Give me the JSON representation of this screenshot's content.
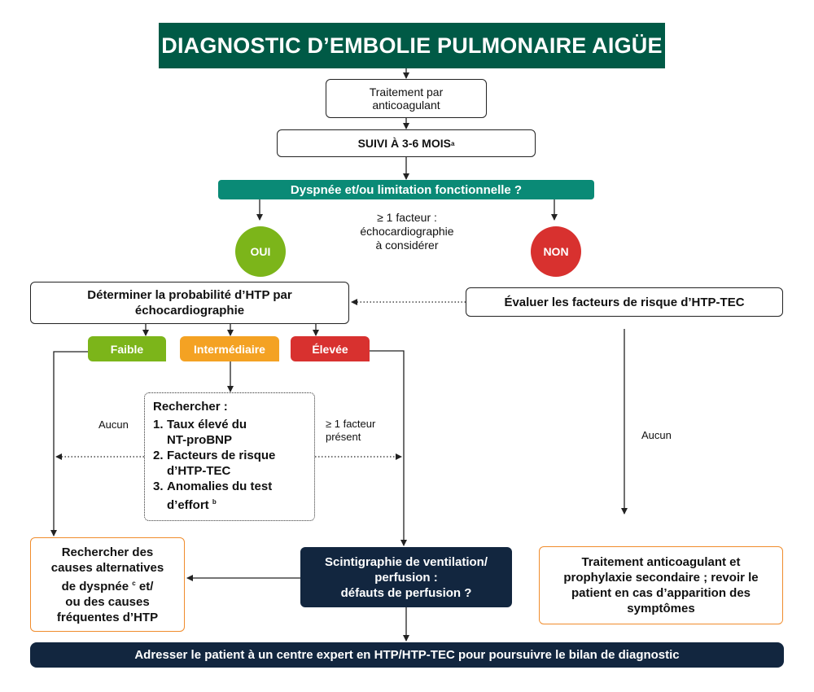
{
  "title": "DIAGNOSTIC D’EMBOLIE PULMONAIRE AIGÜE",
  "treatment_box": {
    "line1": "Traitement par",
    "line2": "anticoagulant"
  },
  "followup_box": {
    "label": "SUIVI À 3-6 MOIS",
    "superscript": "a"
  },
  "question_bar": "Dyspnée et/ou limitation fonctionnelle ?",
  "yes_label": "OUI",
  "no_label": "NON",
  "top_note": {
    "line1": "≥ 1 facteur :",
    "line2": "échocardiographie",
    "line3": "à considérer"
  },
  "determine_box": {
    "line1": "Déterminer la probabilité d’HTP par",
    "line2": "échocardiographie"
  },
  "evaluate_box": "Évaluer les facteurs de risque d’HTP-TEC",
  "probability_tags": {
    "low": "Faible",
    "intermediate": "Intermédiaire",
    "high": "Élevée"
  },
  "search_box": {
    "heading": "Rechercher :",
    "items": [
      {
        "num": "1.",
        "line1": "Taux élevé du",
        "line2": "NT-proBNP",
        "sup": ""
      },
      {
        "num": "2.",
        "line1": "Facteurs de risque",
        "line2": "d’HTP-TEC",
        "sup": ""
      },
      {
        "num": "3.",
        "line1": "Anomalies du test",
        "line2": "d’effort",
        "sup": "b"
      }
    ]
  },
  "label_none_left": "Aucun",
  "label_factor": {
    "line1": "≥ 1 facteur",
    "line2": "présent"
  },
  "label_none_right": "Aucun",
  "alt_causes_box": {
    "line1": "Rechercher des",
    "line2": "causes alternatives",
    "line3a": "de dyspnée",
    "sup": "c",
    "line3b": " et/",
    "line4": "ou des causes",
    "line5": "fréquentes d’HTP"
  },
  "scintigraphy_box": {
    "line1": "Scintigraphie de ventilation/",
    "line2": "perfusion :",
    "line3": "défauts de perfusion ?"
  },
  "anticoag_box": {
    "line1": "Traitement anticoagulant et",
    "line2": "prophylaxie secondaire ; revoir le",
    "line3": "patient en cas d’apparition des",
    "line4": "symptômes"
  },
  "referral_bar": "Adresser le patient à un centre expert en HTP/HTP-TEC pour poursuivre le bilan de diagnostic",
  "colors": {
    "title_green": "#005a46",
    "teal": "#0a8a76",
    "green": "#7cb51a",
    "orange": "#f4a223",
    "red": "#d8312f",
    "navy": "#12263f",
    "orange_border": "#f08c2c"
  }
}
